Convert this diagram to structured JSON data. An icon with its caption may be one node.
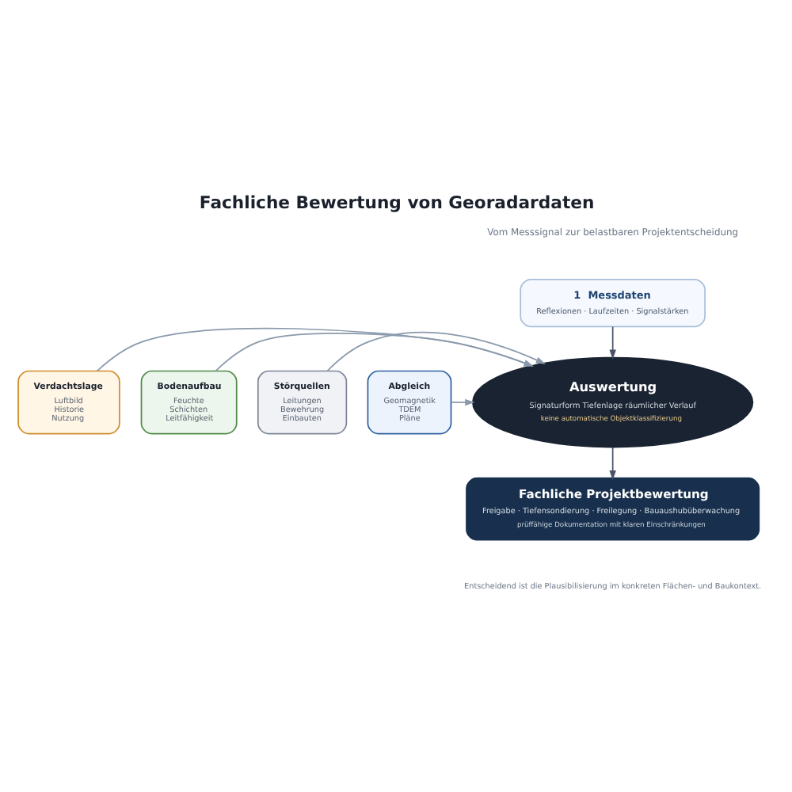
{
  "diagram": {
    "title": "Fachliche Bewertung von Georadardaten",
    "caption": "Entscheidend ist die Plausibilisierung im konkreten Flächen- und Baukontext.",
    "nodes": [
      {
        "text": [
          "1  Messdaten",
          "Reflexionen · Laufzeiten · Signalstärken"
        ]
      },
      {
        "text": [
          "Verdachtslage",
          "Luftbild Historie Nutzung"
        ]
      },
      {
        "text": [
          "Bodenaufbau",
          "Feuchte Schichten Leitfähigkeit"
        ]
      },
      {
        "text": [
          "Auswertung",
          "Signaturform Tiefenlage räumlicher Verlauf",
          "keine automatische Objektklassifizierung"
        ]
      },
      {
        "text": [
          "Störquellen",
          "Leitungen Bewehrung Einbauten"
        ]
      },
      {
        "text": [
          "Abgleich",
          "Geomagnetik TDEM Pläne"
        ]
      },
      {
        "text": [
          "Fachliche Projektbewertung",
          "Freigabe · Tiefensondierung · Freilegung · Bauaushubüberwachung",
          "prüffähige Dokumentation mit klaren Einschränkungen"
        ]
      }
    ],
    "edges": [
      {
        "from": 0,
        "to": 3,
        "arrow": "to"
      },
      {
        "from": 1,
        "to": 3,
        "arrow": "to",
        "color": "#8a99ab"
      },
      {
        "from": 2,
        "to": 3,
        "arrow": "to",
        "color": "#8a99ab"
      },
      {
        "from": 4,
        "to": 3,
        "arrow": "to",
        "color": "#8a99ab"
      },
      {
        "from": 5,
        "to": 3,
        "arrow": "to",
        "color": "#8a99ab"
      },
      {
        "from": 3,
        "to": 6,
        "arrow": "to"
      }
    ],
    "labels": [
      "Vom Messsignal zur belastbaren Projektentscheidung"
    ]
  }
}
